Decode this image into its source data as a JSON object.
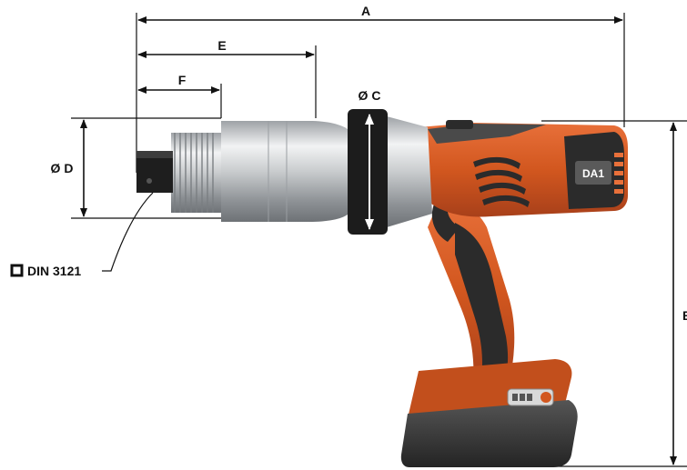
{
  "labels": {
    "a": "A",
    "e": "E",
    "f": "F",
    "c": "Ø C",
    "d": "Ø D",
    "b": "B",
    "din": "DIN 3121"
  },
  "tool": {
    "badge": "DA1",
    "body_color": "#d2571f",
    "grip_color": "#2b2b2b",
    "metal_color": "#c8cacc",
    "battery_color": "#3a3a3a"
  }
}
